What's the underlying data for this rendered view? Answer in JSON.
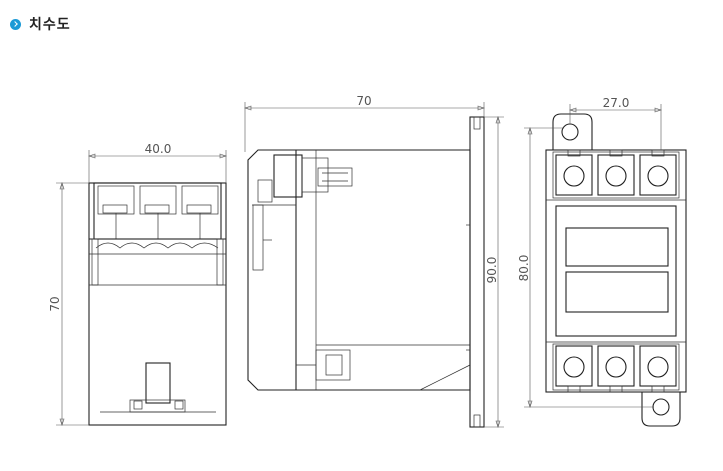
{
  "section": {
    "title": "치수도"
  },
  "dimensions": {
    "front_width": "40.0",
    "front_height": "70",
    "side_depth": "70",
    "side_height": "90.0",
    "back_height": "80.0",
    "back_terminal_pitch": "27.0"
  }
}
